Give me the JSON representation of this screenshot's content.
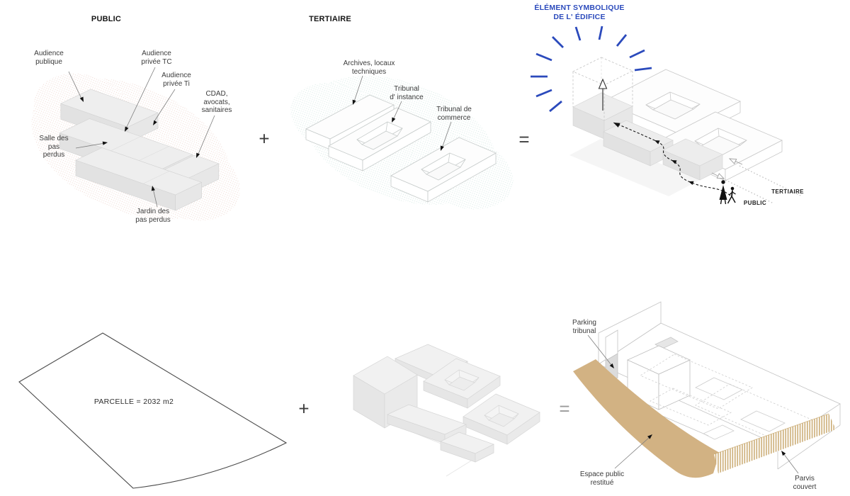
{
  "colors": {
    "accent_blue": "#2b4abc",
    "tan": "#d2b283",
    "tan_hatch": "#c9a96f"
  },
  "operators": {
    "plus": "+",
    "equals": "="
  },
  "top_row": {
    "public": {
      "title": "PUBLIC",
      "labels": {
        "audience_publique": "Audience\npublique",
        "audience_privee_tc": "Audience\nprivée TC",
        "audience_privee_ti": "Audience\nprivée Ti",
        "cdad": "CDAD,\navocats,\nsanitaires",
        "salle_pas_perdus": "Salle des\npas\nperdus",
        "jardin_pas_perdus": "Jardin des\npas perdus"
      }
    },
    "tertiaire": {
      "title": "TERTIAIRE",
      "labels": {
        "archives": "Archives, locaux\ntechniques",
        "tribunal_instance": "Tribunal\nd' instance",
        "tribunal_commerce": "Tribunal de\ncommerce"
      }
    },
    "symbolique": {
      "title": "ÉLÉMENT SYMBOLIQUE\nDE L' ÉDIFICE",
      "labels": {
        "tertiaire": "TERTIAIRE",
        "public": "PUBLIC"
      }
    }
  },
  "bottom_row": {
    "parcelle": {
      "label": "PARCELLE = 2032 m2"
    },
    "final": {
      "labels": {
        "parking": "Parking\ntribunal",
        "espace_public": "Espace public\nrestitué",
        "parvis": "Parvis\ncouvert"
      }
    }
  }
}
